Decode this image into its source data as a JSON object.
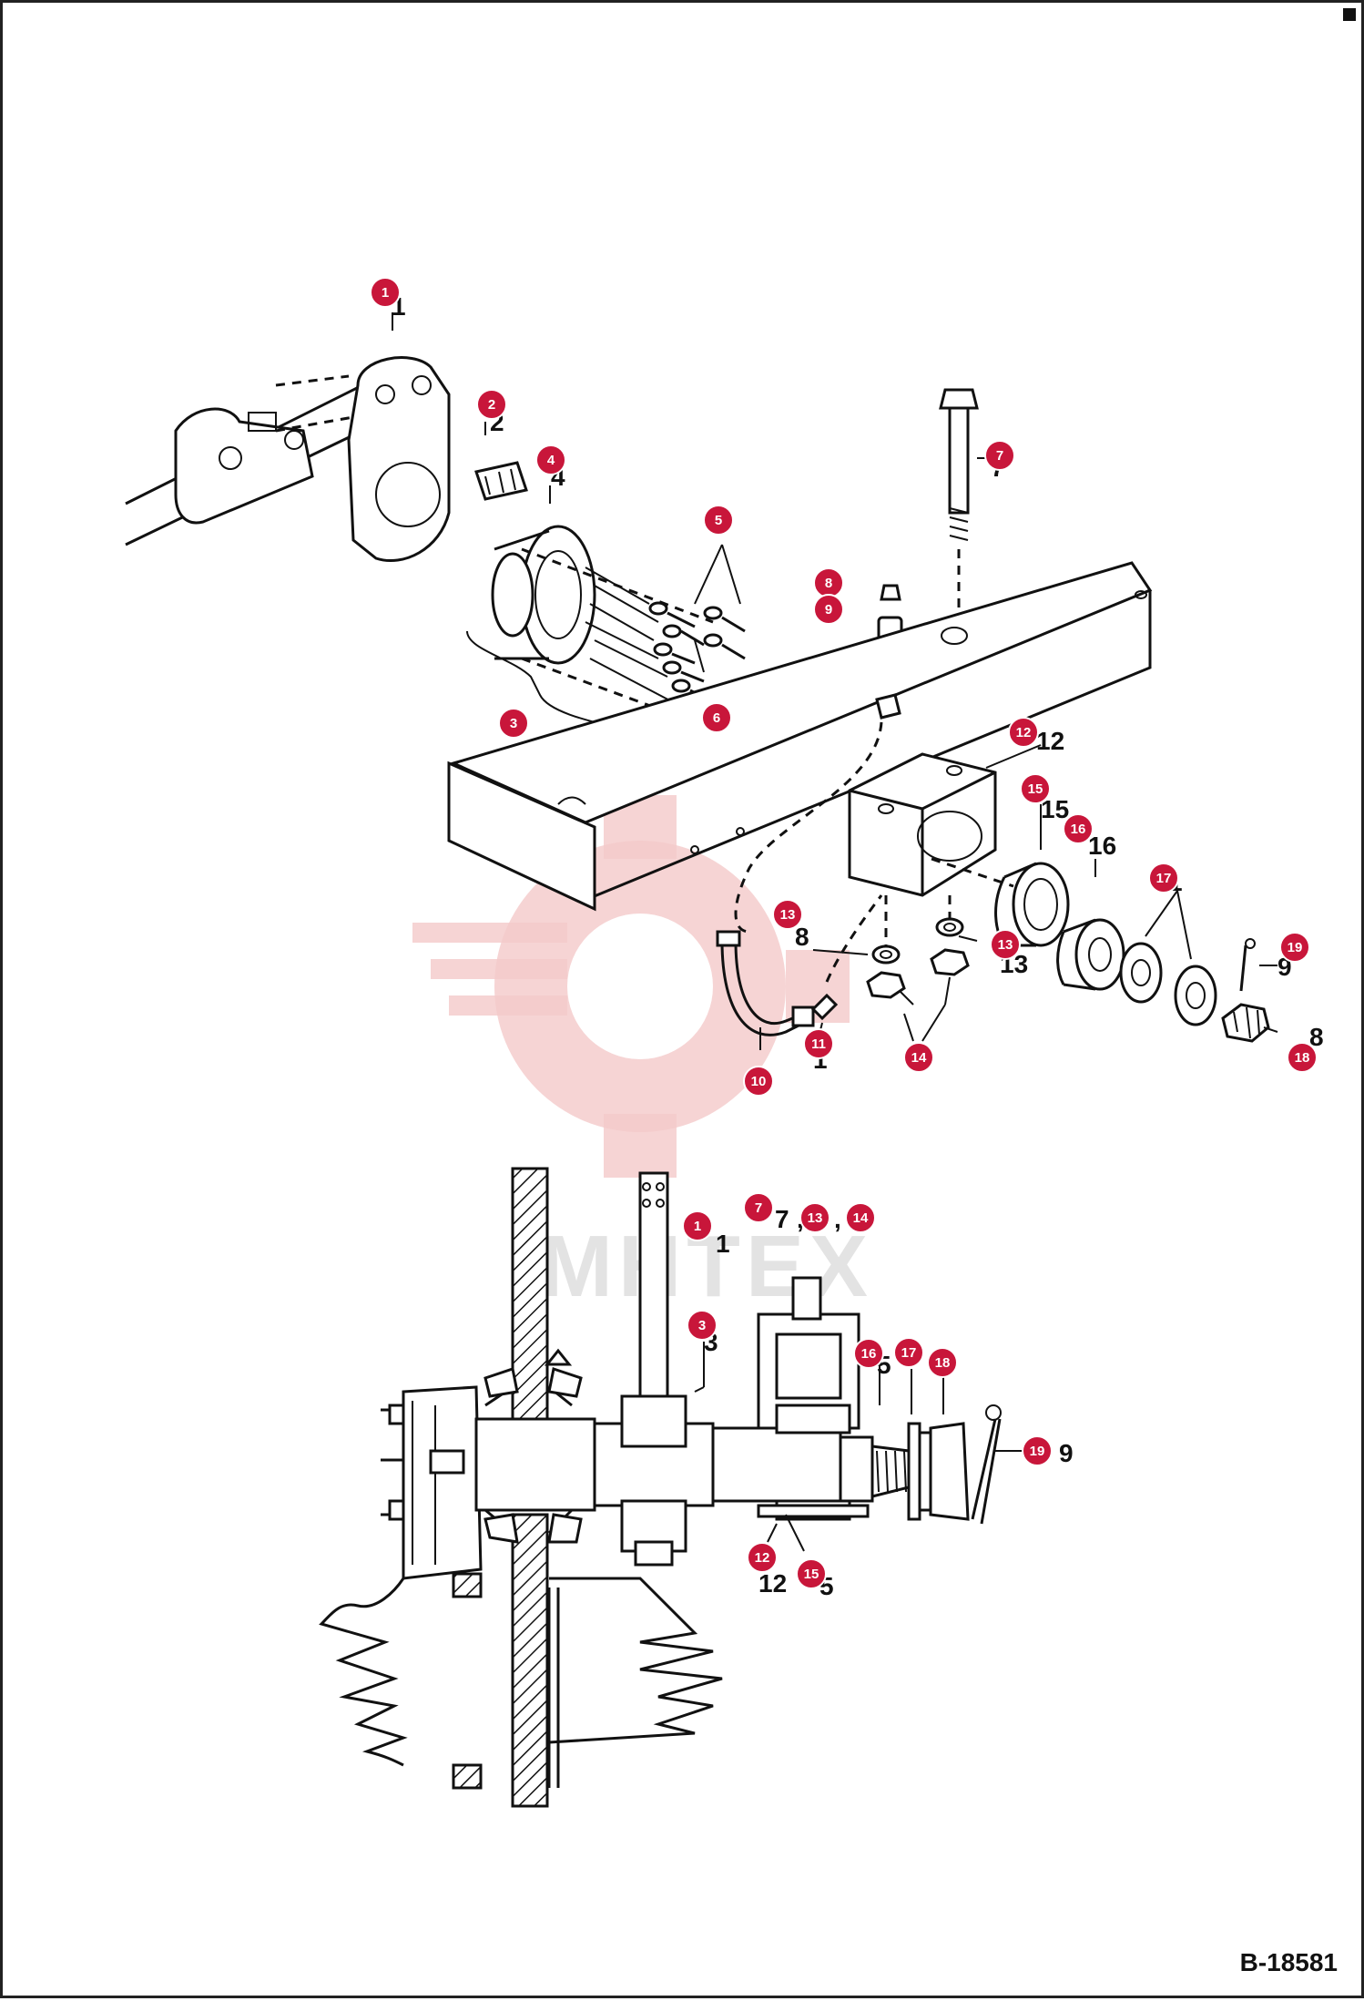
{
  "drawing_number": "B-18581",
  "watermark": "МНТЕХ",
  "callout_color": "#c8163a",
  "callouts_top": [
    "1",
    "2",
    "3",
    "4",
    "5",
    "6",
    "7",
    "8",
    "9",
    "10",
    "11",
    "12",
    "13",
    "13",
    "14",
    "15",
    "16",
    "17",
    "18",
    "19"
  ],
  "callouts_bottom": [
    "1",
    "3",
    "7",
    "13",
    "14",
    "16",
    "17",
    "18",
    "19",
    "12",
    "15"
  ],
  "ref_label_separator": ","
}
